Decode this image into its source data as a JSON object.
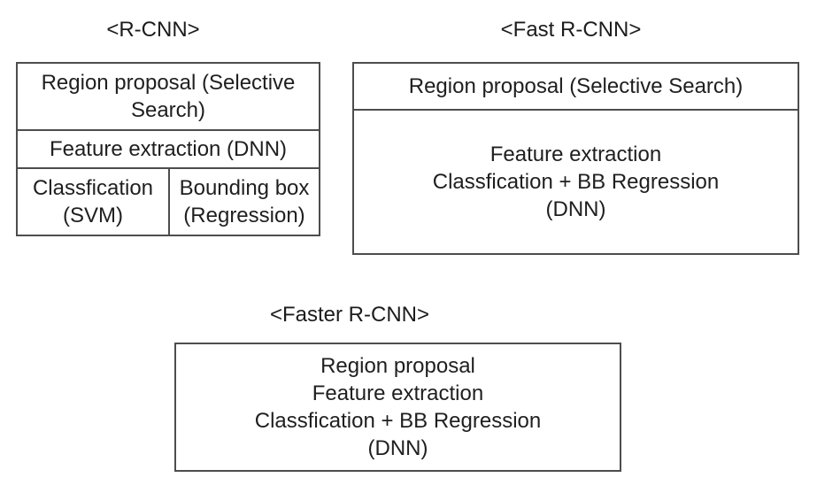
{
  "page": {
    "background_color": "#ffffff",
    "text_color": "#1f1f1f",
    "border_color": "#4d4d4d"
  },
  "diagrams": {
    "rcnn": {
      "title": "<R-CNN>",
      "stage_region_proposal": "Region proposal (Selective Search)",
      "stage_feature_extraction": "Feature extraction (DNN)",
      "stage_classification": "Classfication (SVM)",
      "stage_bounding_box": "Bounding box (Regression)"
    },
    "fast_rcnn": {
      "title": "<Fast R-CNN>",
      "stage_region_proposal": "Region proposal (Selective Search)",
      "stage_dnn": "Feature extraction\nClassfication + BB Regression\n(DNN)"
    },
    "faster_rcnn": {
      "title": "<Faster R-CNN>",
      "stage_dnn": "Region proposal\nFeature extraction\nClassfication + BB Regression\n(DNN)"
    }
  }
}
